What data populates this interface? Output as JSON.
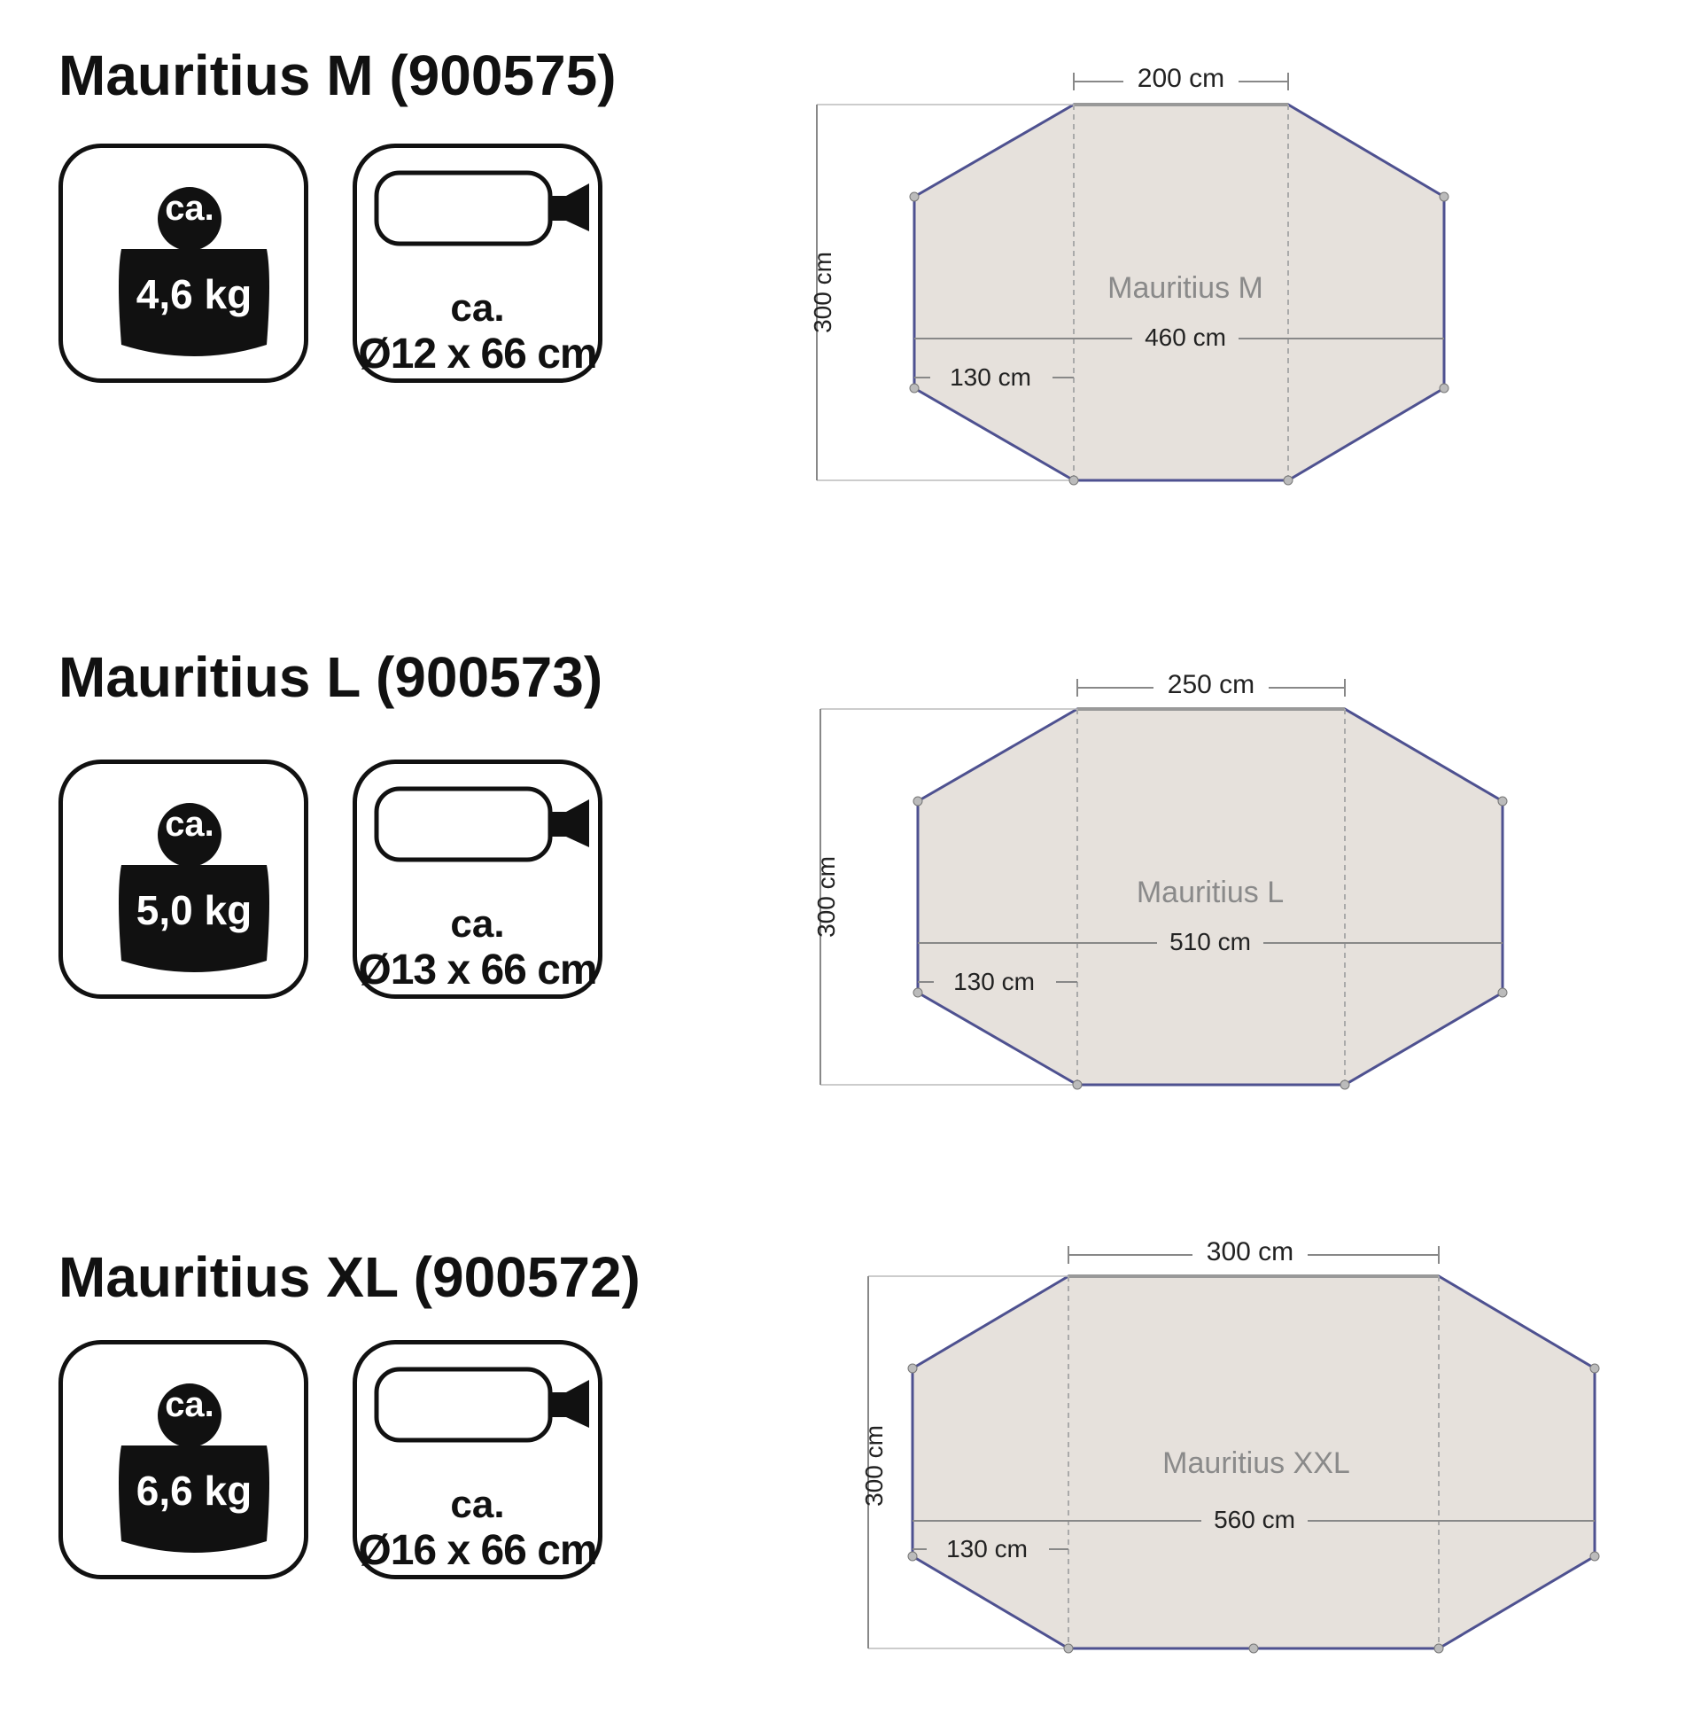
{
  "colors": {
    "floor": "#e6e1dc",
    "outline": "#4e5190",
    "dim": "#888888",
    "text": "#111111"
  },
  "products": [
    {
      "title": "Mauritius M (900575)",
      "weight": {
        "icon": "weight-icon",
        "prefix": "ca.",
        "value": "4,6 kg"
      },
      "pack": {
        "icon": "pack-bag-icon",
        "prefix": "ca.",
        "size": "Ø12 x 66 cm"
      },
      "plan": {
        "name": "Mauritius M",
        "top_width": "200 cm",
        "total_width": "460 cm",
        "depth": "300 cm",
        "side": "130 cm"
      }
    },
    {
      "title": "Mauritius L (900573)",
      "weight": {
        "icon": "weight-icon",
        "prefix": "ca.",
        "value": "5,0 kg"
      },
      "pack": {
        "icon": "pack-bag-icon",
        "prefix": "ca.",
        "size": "Ø13 x 66 cm"
      },
      "plan": {
        "name": "Mauritius L",
        "top_width": "250 cm",
        "total_width": "510 cm",
        "depth": "300 cm",
        "side": "130 cm"
      }
    },
    {
      "title": "Mauritius XL (900572)",
      "weight": {
        "icon": "weight-icon",
        "prefix": "ca.",
        "value": "6,6 kg"
      },
      "pack": {
        "icon": "pack-bag-icon",
        "prefix": "ca.",
        "size": "Ø16 x 66 cm"
      },
      "plan": {
        "name": "Mauritius XXL",
        "top_width": "300 cm",
        "total_width": "560 cm",
        "depth": "300 cm",
        "side": "130 cm"
      }
    }
  ]
}
